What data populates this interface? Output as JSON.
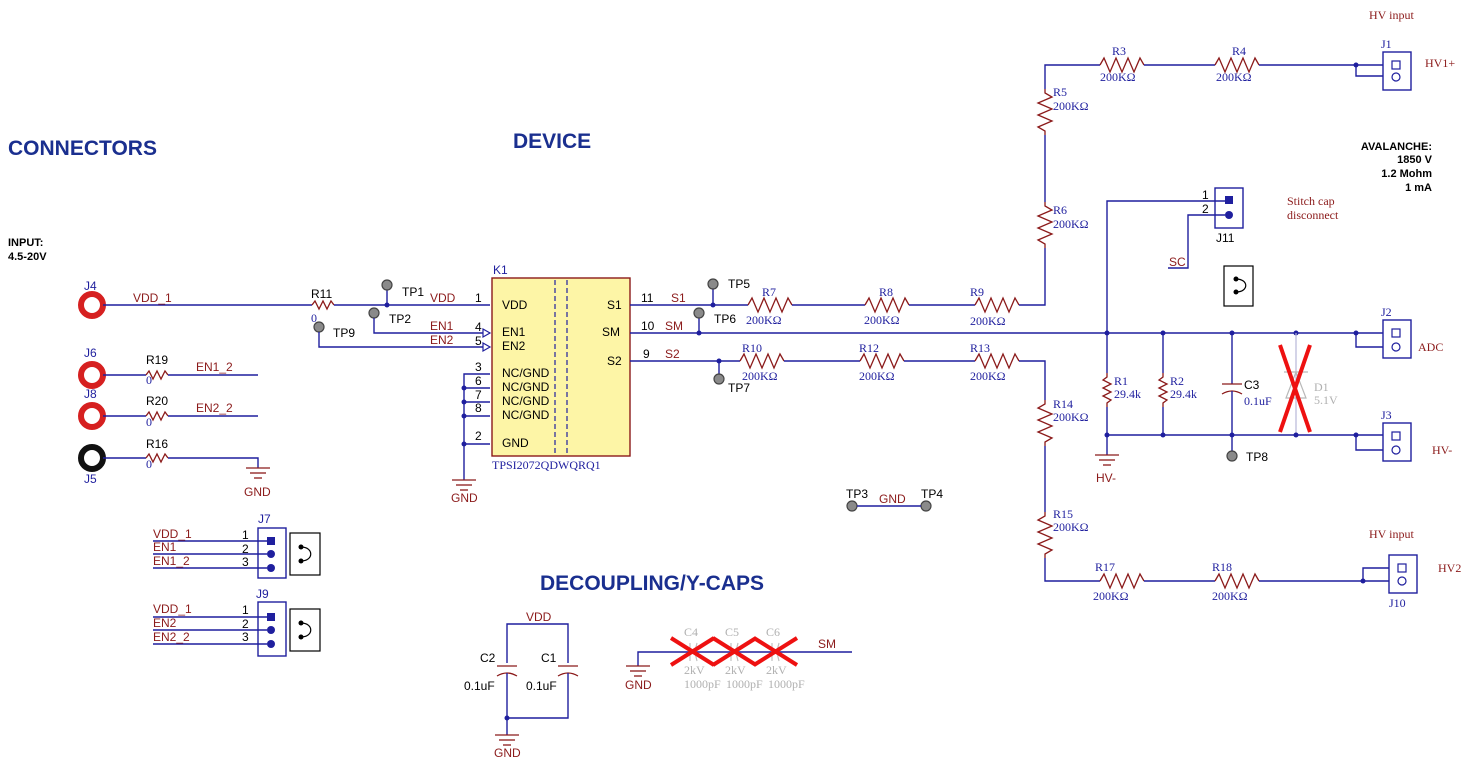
{
  "headings": {
    "connectors": "CONNECTORS",
    "device": "DEVICE",
    "decoupling": "DECOUPLING/Y-CAPS"
  },
  "notes": {
    "input_line1": "INPUT:",
    "input_line2": "4.5-20V",
    "hv_input_top": "HV input",
    "hv_input_bottom": "HV input",
    "stitch_line1": "Stitch cap",
    "stitch_line2": "disconnect",
    "avalanche_line1": "AVALANCHE:",
    "avalanche_line2": "1850 V",
    "avalanche_line3": "1.2 Mohm",
    "avalanche_line4": "1 mA"
  },
  "device": {
    "ref": "K1",
    "part": "TPSI2072QDWQRQ1",
    "pins_left": [
      {
        "num": "1",
        "name": "VDD"
      },
      {
        "num": "4",
        "name": "EN1"
      },
      {
        "num": "5",
        "name": "EN2"
      },
      {
        "num": "3",
        "name": "NC/GND"
      },
      {
        "num": "6",
        "name": "NC/GND"
      },
      {
        "num": "7",
        "name": "NC/GND"
      },
      {
        "num": "8",
        "name": "NC/GND"
      },
      {
        "num": "2",
        "name": "GND"
      }
    ],
    "pins_right": [
      {
        "num": "11",
        "name": "S1"
      },
      {
        "num": "10",
        "name": "SM"
      },
      {
        "num": "9",
        "name": "S2"
      }
    ]
  },
  "nets": {
    "vdd_1": "VDD_1",
    "vdd": "VDD",
    "en1": "EN1",
    "en2": "EN2",
    "en1_2": "EN1_2",
    "en2_2": "EN2_2",
    "s1": "S1",
    "sm": "SM",
    "s2": "S2",
    "sc": "SC",
    "gnd": "GND",
    "hv_minus": "HV-",
    "hv1_plus": "HV1+",
    "adc": "ADC",
    "hv_minus_conn": "HV-",
    "hv2": "HV2"
  },
  "connectors": {
    "j4": "J4",
    "j5": "J5",
    "j6": "J6",
    "j8": "J8",
    "j1": "J1",
    "j2": "J2",
    "j3": "J3",
    "j7": "J7",
    "j9": "J9",
    "j10": "J10",
    "j11": "J11",
    "j7_pins": [
      "1",
      "2",
      "3"
    ],
    "j9_pins": [
      "1",
      "2",
      "3"
    ],
    "j11_pins": [
      "1",
      "2"
    ],
    "j7_nets": [
      "VDD_1",
      "EN1",
      "EN1_2"
    ],
    "j9_nets": [
      "VDD_1",
      "EN2",
      "EN2_2"
    ]
  },
  "test_points": {
    "tp1": "TP1",
    "tp2": "TP2",
    "tp3": "TP3",
    "tp4": "TP4",
    "tp5": "TP5",
    "tp6": "TP6",
    "tp7": "TP7",
    "tp8": "TP8",
    "tp9": "TP9"
  },
  "resistors": {
    "r1": {
      "ref": "R1",
      "value": "29.4k"
    },
    "r2": {
      "ref": "R2",
      "value": "29.4k"
    },
    "r3": {
      "ref": "R3",
      "value": "200KΩ"
    },
    "r4": {
      "ref": "R4",
      "value": "200KΩ"
    },
    "r5": {
      "ref": "R5",
      "value": "200KΩ"
    },
    "r6": {
      "ref": "R6",
      "value": "200KΩ"
    },
    "r7": {
      "ref": "R7",
      "value": "200KΩ"
    },
    "r8": {
      "ref": "R8",
      "value": "200KΩ"
    },
    "r9": {
      "ref": "R9",
      "value": "200KΩ"
    },
    "r10": {
      "ref": "R10",
      "value": "200KΩ"
    },
    "r11": {
      "ref": "R11",
      "value": "0"
    },
    "r12": {
      "ref": "R12",
      "value": "200KΩ"
    },
    "r13": {
      "ref": "R13",
      "value": "200KΩ"
    },
    "r14": {
      "ref": "R14",
      "value": "200KΩ"
    },
    "r15": {
      "ref": "R15",
      "value": "200KΩ"
    },
    "r16": {
      "ref": "R16",
      "value": "0"
    },
    "r17": {
      "ref": "R17",
      "value": "200KΩ"
    },
    "r18": {
      "ref": "R18",
      "value": "200KΩ"
    },
    "r19": {
      "ref": "R19",
      "value": "0"
    },
    "r20": {
      "ref": "R20",
      "value": "0"
    }
  },
  "capacitors": {
    "c1": {
      "ref": "C1",
      "value": "0.1uF"
    },
    "c2": {
      "ref": "C2",
      "value": "0.1uF"
    },
    "c3": {
      "ref": "C3",
      "value": "0.1uF"
    },
    "c4": {
      "ref": "C4",
      "value1": "2kV",
      "value2": "1000pF"
    },
    "c5": {
      "ref": "C5",
      "value1": "2kV",
      "value2": "1000pF"
    },
    "c6": {
      "ref": "C6",
      "value1": "2kV",
      "value2": "1000pF"
    }
  },
  "diode": {
    "ref": "D1",
    "value": "5.1V"
  },
  "colors": {
    "wire": "#1f1f9e",
    "net_label": "#8b1a1a",
    "heading": "#1a2f8f",
    "device_fill": "#fdf5a6",
    "dnp_cross": "#ee1111"
  }
}
